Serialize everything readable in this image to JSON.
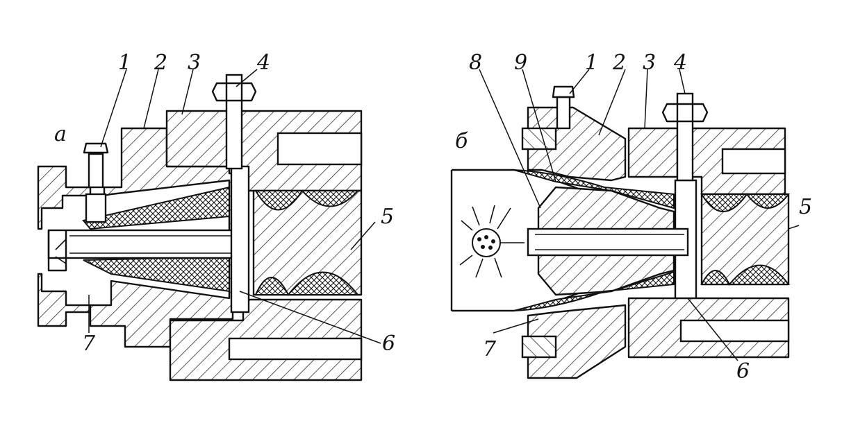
{
  "figure_a": {
    "letter": "а",
    "labels": {
      "n1": "1",
      "n2": "2",
      "n3": "3",
      "n4": "4",
      "n5": "5",
      "n6": "6",
      "n7": "7"
    }
  },
  "figure_b": {
    "letter": "б",
    "labels": {
      "n1": "1",
      "n2": "2",
      "n3": "3",
      "n4": "4",
      "n5": "5",
      "n6": "6",
      "n7": "7",
      "n8": "8",
      "n9": "9"
    }
  },
  "colors": {
    "ink": "#111111",
    "paper": "#ffffff"
  }
}
